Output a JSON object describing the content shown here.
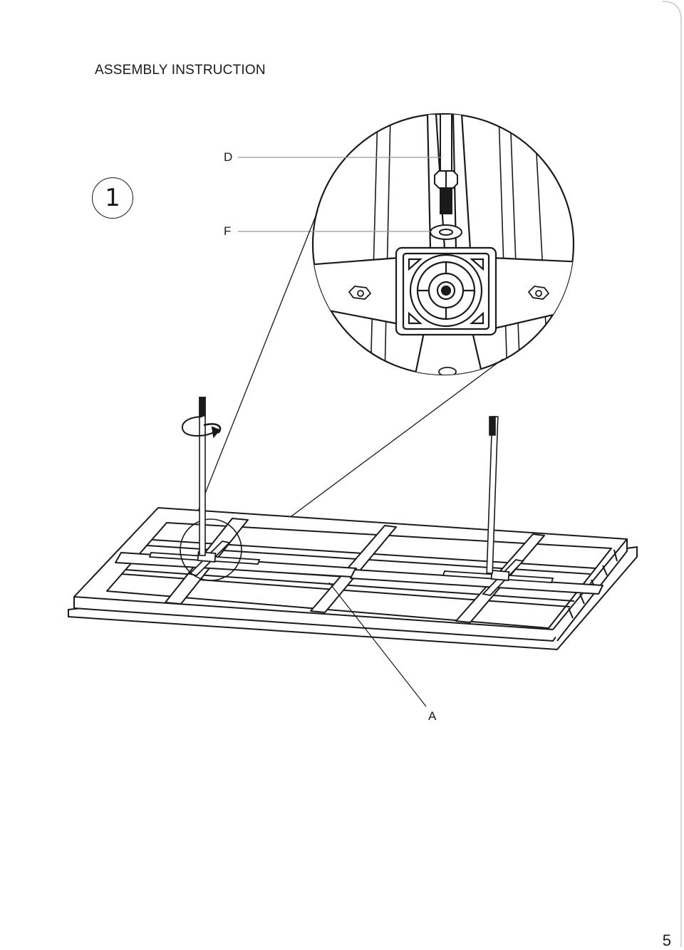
{
  "header": {
    "title": "ASSEMBLY INSTRUCTION"
  },
  "step": {
    "number": "1"
  },
  "callouts": {
    "d": "D",
    "f": "F",
    "a": "A"
  },
  "footer": {
    "page_number": "5"
  },
  "colors": {
    "ink": "#1a1a1a",
    "paper": "#ffffff",
    "rule": "#9a9a9a"
  },
  "icons": [
    "rotation-arrow-icon"
  ]
}
